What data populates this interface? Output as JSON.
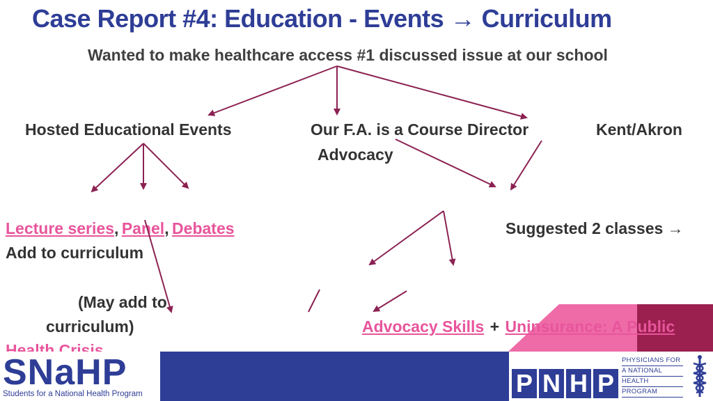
{
  "slide": {
    "title": "Case Report #4: Education - Events → Curriculum",
    "subtitle": "Wanted to make healthcare access #1 discussed issue at our school"
  },
  "nodes": {
    "events": "Hosted Educational Events",
    "course_director": "Our F.A. is a Course Director",
    "advocacy": "Advocacy",
    "kent_akron": "Kent/Akron",
    "suggested": "Suggested 2 classes →",
    "add_curriculum": "Add to curriculum",
    "may_add": "(May add to",
    "curriculum_paren": "curriculum)",
    "health_crisis": "Health Crisis",
    "plus": "+"
  },
  "links": {
    "lecture": "Lecture series",
    "panel": "Panel",
    "debates": "Debates",
    "advocacy_skills": "Advocacy Skills",
    "uninsurance": "Uninsurance: A Public",
    "comma": ","
  },
  "footer": {
    "snahp_logo": "SNaHP",
    "snahp_name": "Students for a National Health Program",
    "pnhp_letters": [
      "P",
      "N",
      "H",
      "P"
    ],
    "pnhp_lines": [
      "PHYSICIANS FOR",
      "A NATIONAL",
      "HEALTH",
      "PROGRAM"
    ]
  },
  "colors": {
    "title": "#2e3d96",
    "link": "#e8559c",
    "arrow": "#8b2252",
    "footer": "#2e3d96",
    "accent_pink": "#e8559c",
    "accent_dark": "#9b2050"
  },
  "icons": [
    "caduceus-icon"
  ]
}
